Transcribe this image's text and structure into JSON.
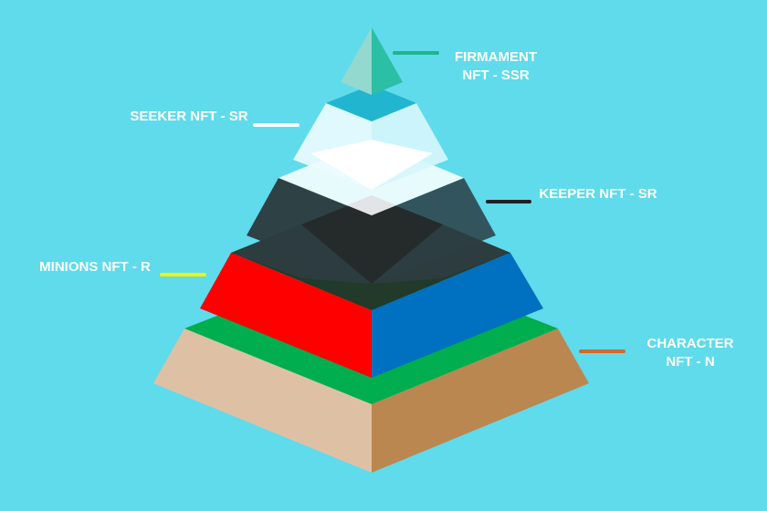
{
  "title": "NFT tier pyramid",
  "tiers": [
    {
      "label": "FIRMAMENT NFT - SSR",
      "line_color": "#1fb58f"
    },
    {
      "label": "SEEKER NFT - SR",
      "line_color": "#ffffff"
    },
    {
      "label": "KEEPER NFT - SR",
      "line_color": "#1e2224"
    },
    {
      "label": "MINIONS NFT - R",
      "line_color": "#f2f20a"
    },
    {
      "label": "CHARACTER NFT - N",
      "line_color": "#d2692a"
    }
  ],
  "colors": {
    "background": "#5fdbec"
  }
}
